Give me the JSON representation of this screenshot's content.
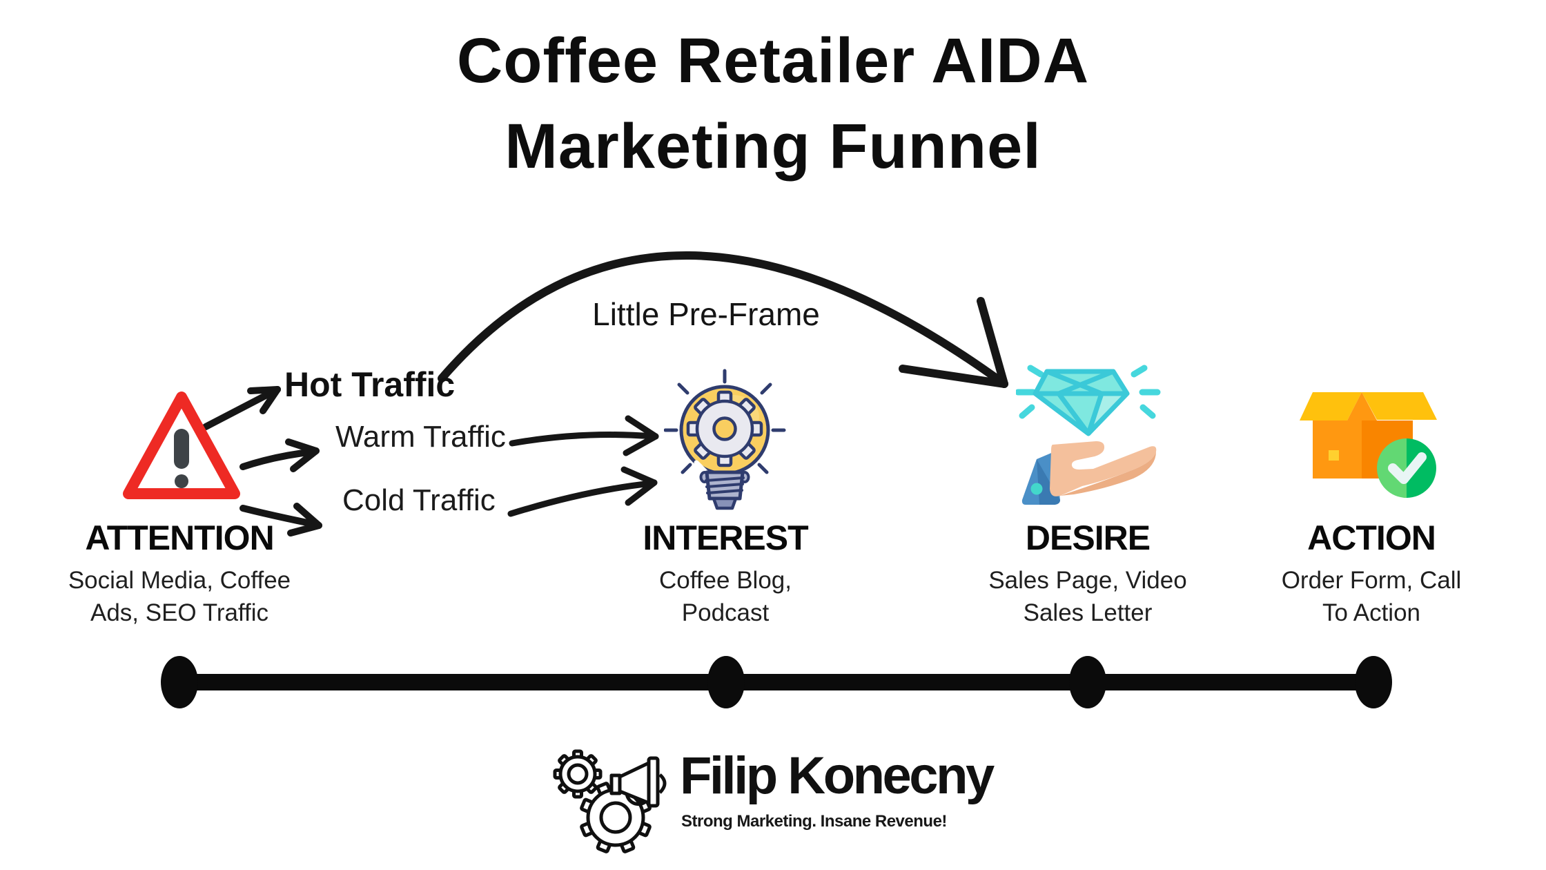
{
  "title": {
    "line1": "Coffee Retailer AIDA",
    "line2": "Marketing Funnel"
  },
  "preframe_label": "Little Pre-Frame",
  "traffic": {
    "hot": "Hot Traffic",
    "warm": "Warm Traffic",
    "cold": "Cold Traffic"
  },
  "stages": [
    {
      "name": "ATTENTION",
      "desc_line1": "Social Media, Coffee",
      "desc_line2": "Ads, SEO Traffic",
      "icon": "warning-triangle-icon"
    },
    {
      "name": "INTEREST",
      "desc_line1": "Coffee Blog,",
      "desc_line2": "Podcast",
      "icon": "lightbulb-gear-icon"
    },
    {
      "name": "DESIRE",
      "desc_line1": "Sales Page, Video",
      "desc_line2": "Sales Letter",
      "icon": "diamond-in-hand-icon"
    },
    {
      "name": "ACTION",
      "desc_line1": "Order Form, Call",
      "desc_line2": "To Action",
      "icon": "open-box-check-icon"
    }
  ],
  "footer": {
    "brand": "Filip Konecny",
    "tagline": "Strong Marketing. Insane Revenue!"
  },
  "colors": {
    "background": "#FFFFFF",
    "ink": "#161616",
    "triangle_red": "#EE2A24",
    "exclamation_gray": "#3E4347",
    "bulb_yellow": "#F9CE60",
    "bulb_yellow_light": "#FBE08F",
    "bulb_outline": "#2F3C6E",
    "gear_gray": "#E9E9F0",
    "bulb_base_gray": "#AEB4CE",
    "bulb_base_dark": "#8892B8",
    "diamond_teal": "#7FE8E0",
    "diamond_teal_light": "#AFF0EA",
    "diamond_stroke": "#3BC9D8",
    "sparkle_teal": "#46D7DD",
    "hand_skin": "#F4C09C",
    "hand_skin_shadow": "#ECAE84",
    "sleeve_blue": "#4A8FC7",
    "sleeve_blue_dark": "#3A7AB2",
    "cuff_dot_teal": "#43D8CB",
    "box_orange": "#FF9811",
    "box_orange_dark": "#F98500",
    "flap_yellow": "#FFC10D",
    "box_square_yellow": "#FFD02F",
    "check_green_light": "#62D873",
    "check_green_dark": "#00BC62",
    "check_white": "#E9F5F5",
    "logo_ink": "#101010"
  }
}
